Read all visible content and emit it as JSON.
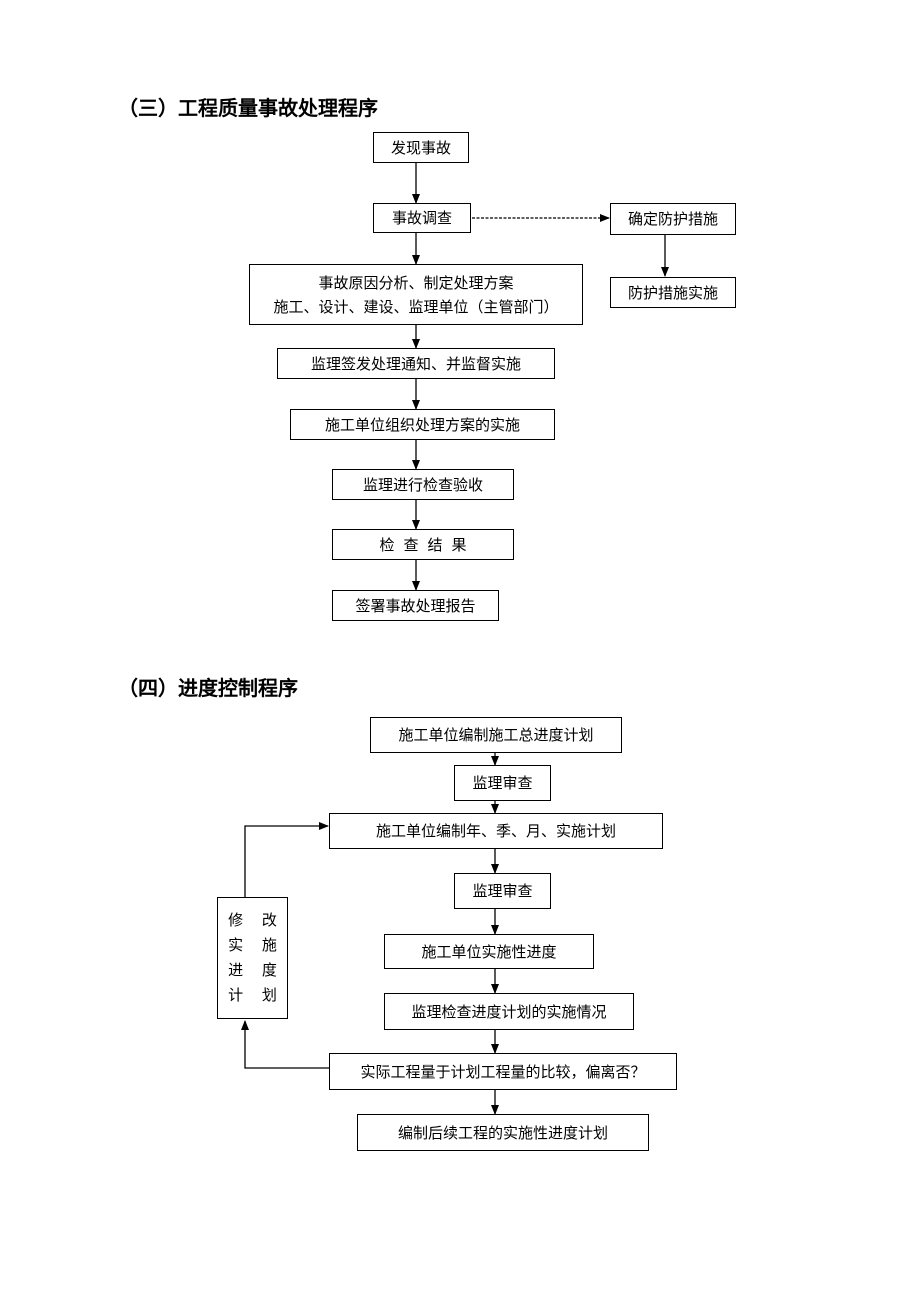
{
  "section3": {
    "title": "（三）工程质量事故处理程序",
    "nodes": {
      "discover": "发现事故",
      "investigate": "事故调查",
      "protect_confirm": "确定防护措施",
      "protect_implement": "防护措施实施",
      "analysis_line1": "事故原因分析、制定处理方案",
      "analysis_line2": "施工、设计、建设、监理单位（主管部门）",
      "notice": "监理签发处理通知、并监督实施",
      "contractor_implement": "施工单位组织处理方案的实施",
      "inspect": "监理进行检查验收",
      "result": "检查结果",
      "report": "签署事故处理报告"
    }
  },
  "section4": {
    "title": "（四）进度控制程序",
    "nodes": {
      "master_plan": "施工单位编制施工总进度计划",
      "review1": "监理审查",
      "periodic_plan": "施工单位编制年、季、月、实施计划",
      "review2": "监理审查",
      "implement_progress": "施工单位实施性进度",
      "check_progress": "监理检查进度计划的实施情况",
      "compare": "实际工程量于计划工程量的比较，偏离否？",
      "follow_up": "编制后续工程的实施性进度计划",
      "revise_lines": [
        "修 改",
        "实 施",
        "进 度",
        "计 划"
      ]
    }
  }
}
